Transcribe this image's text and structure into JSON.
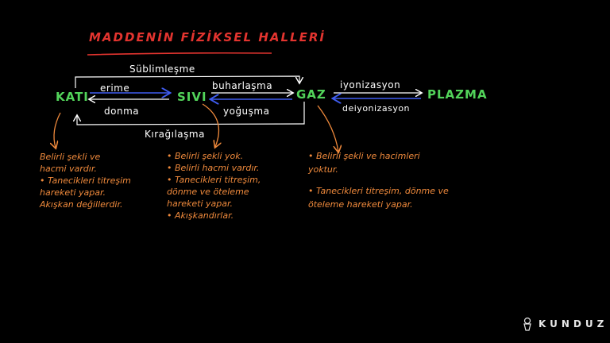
{
  "title": "MADDENİN FİZİKSEL HALLERİ",
  "states": {
    "kati": "KATI",
    "sivi": "SIVI",
    "gaz": "GAZ",
    "plazma": "PLAZMA"
  },
  "transitions": {
    "sublimlesme": "Süblimleşme",
    "erime": "erime",
    "donma": "donma",
    "buharlasma": "buharlaşma",
    "yogusma": "yoğuşma",
    "kiragilasma": "Kırağılaşma",
    "iyonizasyon": "iyonizasyon",
    "deiyonizasyon": "deiyonizasyon"
  },
  "notes": {
    "solid": [
      "Belirli şekli ve",
      "hacmi vardır.",
      "• Tanecikleri titreşim",
      "hareketi yapar.",
      "Akışkan değillerdir."
    ],
    "liquid": [
      "• Belirli şekli yok.",
      "• Belirli hacmi vardır.",
      "• Tanecikleri titreşim,",
      "dönme ve öteleme",
      "hareketi yapar.",
      "• Akışkandırlar."
    ],
    "gas": [
      "• Belirli şekli ve hacimleri",
      "yoktur.",
      "",
      "• Tanecikleri titreşim, dönme ve",
      "öteleme hareketi yapar."
    ]
  },
  "brand": "KUNDUZ",
  "colors": {
    "title": "#e3342f",
    "state": "#52d35a",
    "arrow_blue": "#3f5cf0",
    "note": "#f08a3c",
    "text": "#ffffff"
  }
}
